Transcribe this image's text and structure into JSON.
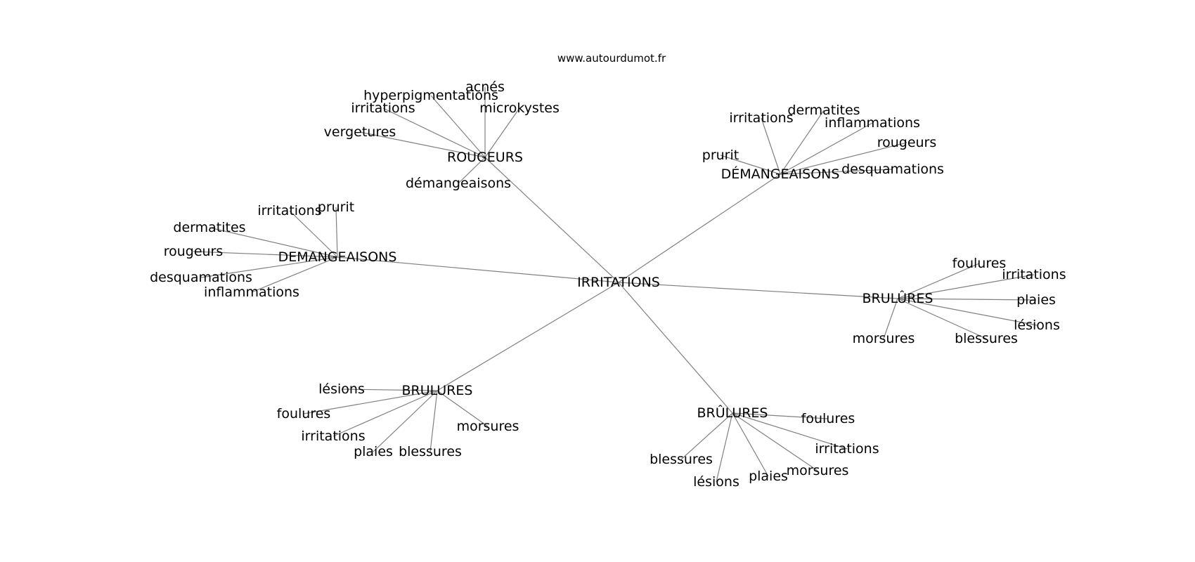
{
  "credit": "www.autourdumot.fr",
  "nodes": [
    {
      "id": "root",
      "label": "IRRITATIONS"
    },
    {
      "id": "rougeurs_hub",
      "label": "ROUGEURS"
    },
    {
      "id": "demang_acc_hub",
      "label": "DÉMANGEAISONS"
    },
    {
      "id": "demang_hub",
      "label": "DEMANGEAISONS"
    },
    {
      "id": "brulures_circ_hub",
      "label": "BRULÛRES"
    },
    {
      "id": "brulures_hub",
      "label": "BRULURES"
    },
    {
      "id": "brulures_acc_hub",
      "label": "BRÛLURES"
    },
    {
      "id": "r1",
      "label": "acnés"
    },
    {
      "id": "r2",
      "label": "hyperpigmentations"
    },
    {
      "id": "r3",
      "label": "irritations"
    },
    {
      "id": "r4",
      "label": "microkystes"
    },
    {
      "id": "r5",
      "label": "vergetures"
    },
    {
      "id": "r6",
      "label": "démangeaisons"
    },
    {
      "id": "da1",
      "label": "irritations"
    },
    {
      "id": "da2",
      "label": "dermatites"
    },
    {
      "id": "da3",
      "label": "inflammations"
    },
    {
      "id": "da4",
      "label": "rougeurs"
    },
    {
      "id": "da5",
      "label": "prurit"
    },
    {
      "id": "da6",
      "label": "desquamations"
    },
    {
      "id": "d1",
      "label": "irritations"
    },
    {
      "id": "d2",
      "label": "prurit"
    },
    {
      "id": "d3",
      "label": "dermatites"
    },
    {
      "id": "d4",
      "label": "rougeurs"
    },
    {
      "id": "d5",
      "label": "desquamations"
    },
    {
      "id": "d6",
      "label": "inflammations"
    },
    {
      "id": "bc1",
      "label": "foulures"
    },
    {
      "id": "bc2",
      "label": "irritations"
    },
    {
      "id": "bc3",
      "label": "plaies"
    },
    {
      "id": "bc4",
      "label": "lésions"
    },
    {
      "id": "bc5",
      "label": "morsures"
    },
    {
      "id": "bc6",
      "label": "blessures"
    },
    {
      "id": "b1",
      "label": "lésions"
    },
    {
      "id": "b2",
      "label": "foulures"
    },
    {
      "id": "b3",
      "label": "irritations"
    },
    {
      "id": "b4",
      "label": "morsures"
    },
    {
      "id": "b5",
      "label": "plaies"
    },
    {
      "id": "b6",
      "label": "blessures"
    },
    {
      "id": "ba1",
      "label": "foulures"
    },
    {
      "id": "ba2",
      "label": "irritations"
    },
    {
      "id": "ba3",
      "label": "blessures"
    },
    {
      "id": "ba4",
      "label": "morsures"
    },
    {
      "id": "ba5",
      "label": "lésions"
    },
    {
      "id": "ba6",
      "label": "plaies"
    }
  ],
  "edges": [
    [
      "root",
      "rougeurs_hub"
    ],
    [
      "root",
      "demang_acc_hub"
    ],
    [
      "root",
      "demang_hub"
    ],
    [
      "root",
      "brulures_circ_hub"
    ],
    [
      "root",
      "brulures_hub"
    ],
    [
      "root",
      "brulures_acc_hub"
    ],
    [
      "rougeurs_hub",
      "r1"
    ],
    [
      "rougeurs_hub",
      "r2"
    ],
    [
      "rougeurs_hub",
      "r3"
    ],
    [
      "rougeurs_hub",
      "r4"
    ],
    [
      "rougeurs_hub",
      "r5"
    ],
    [
      "rougeurs_hub",
      "r6"
    ],
    [
      "demang_acc_hub",
      "da1"
    ],
    [
      "demang_acc_hub",
      "da2"
    ],
    [
      "demang_acc_hub",
      "da3"
    ],
    [
      "demang_acc_hub",
      "da4"
    ],
    [
      "demang_acc_hub",
      "da5"
    ],
    [
      "demang_acc_hub",
      "da6"
    ],
    [
      "demang_hub",
      "d1"
    ],
    [
      "demang_hub",
      "d2"
    ],
    [
      "demang_hub",
      "d3"
    ],
    [
      "demang_hub",
      "d4"
    ],
    [
      "demang_hub",
      "d5"
    ],
    [
      "demang_hub",
      "d6"
    ],
    [
      "brulures_circ_hub",
      "bc1"
    ],
    [
      "brulures_circ_hub",
      "bc2"
    ],
    [
      "brulures_circ_hub",
      "bc3"
    ],
    [
      "brulures_circ_hub",
      "bc4"
    ],
    [
      "brulures_circ_hub",
      "bc5"
    ],
    [
      "brulures_circ_hub",
      "bc6"
    ],
    [
      "brulures_hub",
      "b1"
    ],
    [
      "brulures_hub",
      "b2"
    ],
    [
      "brulures_hub",
      "b3"
    ],
    [
      "brulures_hub",
      "b4"
    ],
    [
      "brulures_hub",
      "b5"
    ],
    [
      "brulures_hub",
      "b6"
    ],
    [
      "brulures_acc_hub",
      "ba1"
    ],
    [
      "brulures_acc_hub",
      "ba2"
    ],
    [
      "brulures_acc_hub",
      "ba3"
    ],
    [
      "brulures_acc_hub",
      "ba4"
    ],
    [
      "brulures_acc_hub",
      "ba5"
    ],
    [
      "brulures_acc_hub",
      "ba6"
    ]
  ]
}
